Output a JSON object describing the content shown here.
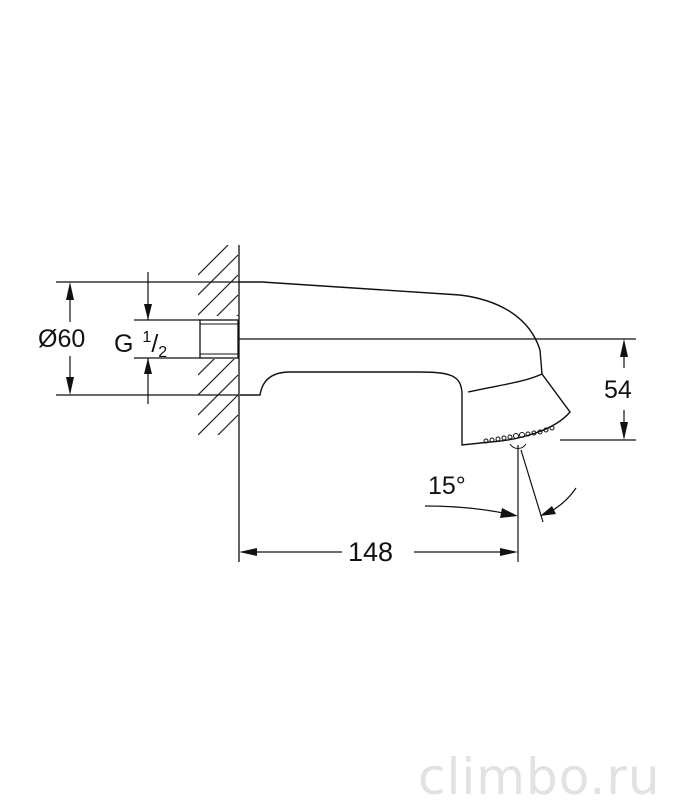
{
  "dimensions": {
    "diameter": "Ø60",
    "thread_letter": "G",
    "thread_num": "1",
    "thread_den": "2",
    "height": "54",
    "angle": "15°",
    "length": "148"
  },
  "watermark": "climbo.ru",
  "colors": {
    "line": "#111111",
    "watermark": "#e2e2e2"
  }
}
